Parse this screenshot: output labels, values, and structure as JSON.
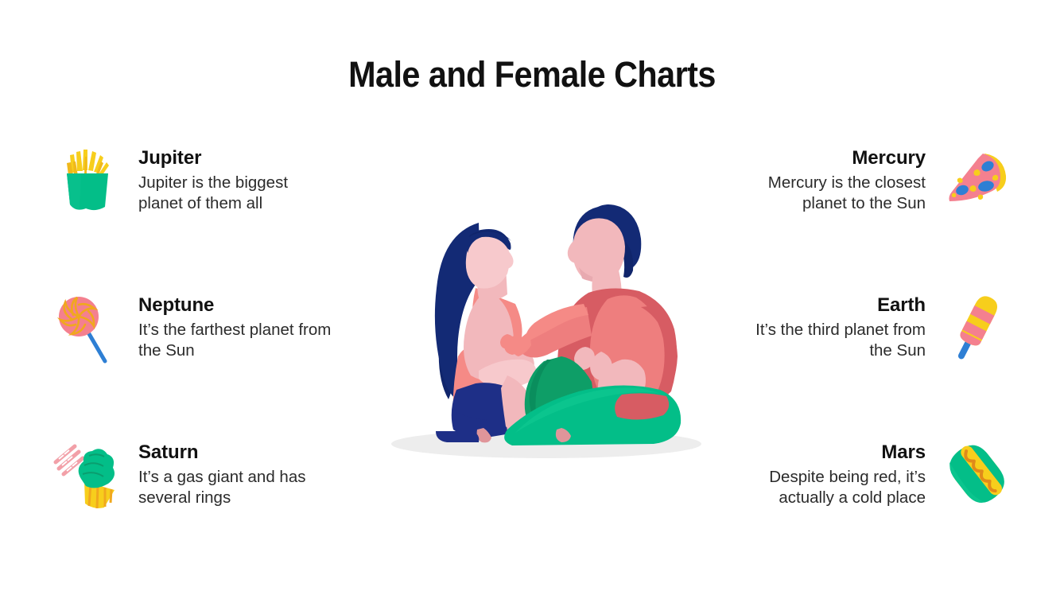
{
  "slide": {
    "title": "Male and Female Charts",
    "background_color": "#ffffff"
  },
  "palette": {
    "navy": "#132A75",
    "navy_dark": "#10256B",
    "skin": "#F2B8BC",
    "skin_light": "#F7C9CC",
    "coral": "#F58A86",
    "rose": "#D75C63",
    "rose_light": "#EE7E7E",
    "green": "#03BE88",
    "green_dark": "#0E9E67",
    "yellow": "#F7CE1C",
    "gold": "#F0A81E",
    "blue": "#2E7FD4",
    "pink": "#F4808F",
    "shadow": "#EDEDED",
    "text_dark": "#111111",
    "text_body": "#2b2b2b"
  },
  "left_column": [
    {
      "heading": "Jupiter",
      "body": "Jupiter is the biggest planet of them all",
      "icon": "french-fries-icon"
    },
    {
      "heading": "Neptune",
      "body": "It’s the farthest planet from the Sun",
      "icon": "lollipop-icon"
    },
    {
      "heading": "Saturn",
      "body": "It’s a gas giant and has several rings",
      "icon": "cupcake-icon"
    }
  ],
  "right_column": [
    {
      "heading": "Mercury",
      "body": "Mercury is the closest planet to the Sun",
      "icon": "pizza-slice-icon"
    },
    {
      "heading": "Earth",
      "body": "It’s the third planet from the Sun",
      "icon": "popsicle-icon"
    },
    {
      "heading": "Mars",
      "body": "Despite being red, it’s actually a cold place",
      "icon": "hot-dog-icon"
    }
  ],
  "illustration": {
    "name": "couple-sitting-illustration",
    "description": "Flat illustration of a woman with long navy hair and a man with navy hair sitting on the floor facing each other"
  }
}
